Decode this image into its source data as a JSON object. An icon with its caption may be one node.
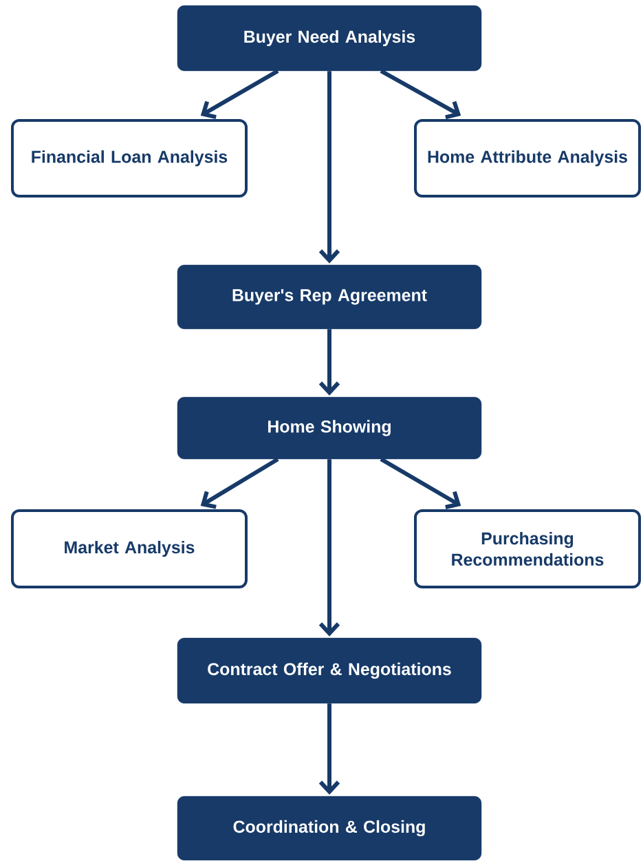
{
  "diagram": {
    "nodes": [
      {
        "text": [
          "Buyer Need Analysis"
        ]
      },
      {
        "text": [
          "Financial Loan Analysis"
        ]
      },
      {
        "text": [
          "Home Attribute Analysis"
        ]
      },
      {
        "text": [
          "Buyer's Rep Agreement"
        ]
      },
      {
        "text": [
          "Home Showing"
        ]
      },
      {
        "text": [
          "Market Analysis"
        ]
      },
      {
        "text": [
          "Purchasing Recommendations"
        ]
      },
      {
        "text": [
          "Contract Offer & Negotiations"
        ]
      },
      {
        "text": [
          "Coordination & Closing"
        ]
      }
    ],
    "edges": [
      {
        "from": 0,
        "to": 1,
        "arrow": "to"
      },
      {
        "from": 0,
        "to": 3,
        "arrow": "to"
      },
      {
        "from": 0,
        "to": 2,
        "arrow": "to"
      },
      {
        "from": 3,
        "to": 4,
        "arrow": "to"
      },
      {
        "from": 4,
        "to": 5,
        "arrow": "to"
      },
      {
        "from": 4,
        "to": 7,
        "arrow": "to"
      },
      {
        "from": 4,
        "to": 6,
        "arrow": "to"
      },
      {
        "from": 7,
        "to": 8,
        "arrow": "to"
      }
    ]
  }
}
